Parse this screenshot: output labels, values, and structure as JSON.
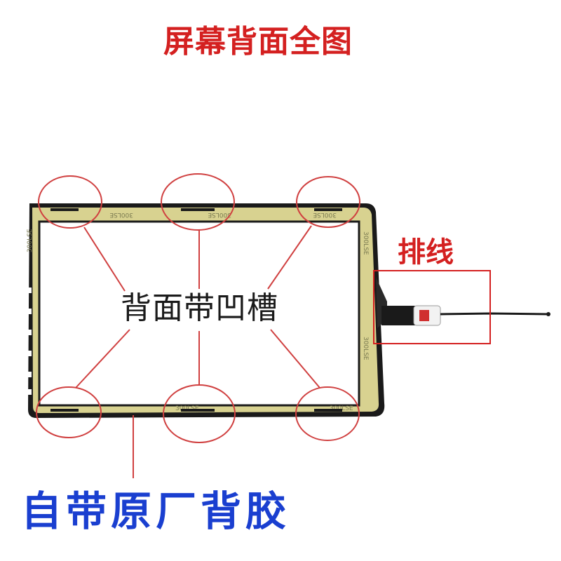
{
  "title": "屏幕背面全图",
  "labels": {
    "groove": "背面带凹槽",
    "cable": "排线",
    "adhesive": "自带原厂背胶"
  },
  "tape_text": "300LSE",
  "colors": {
    "title": "#d42020",
    "callout_lines": "#d04040",
    "adhesive_text": "#1a3fd0",
    "tape": "#d8d290",
    "frame": "#1a1a1a"
  }
}
